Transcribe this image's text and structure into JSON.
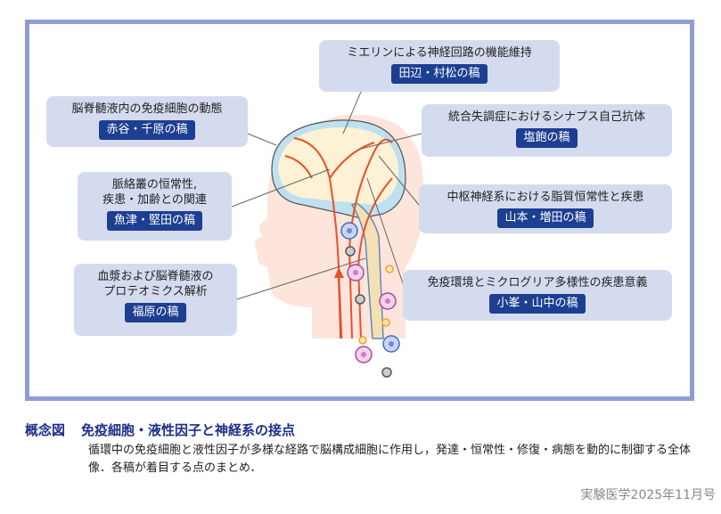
{
  "boxes": [
    {
      "title": "ミエリンによる神経回路の機能維持",
      "author": "田辺・村松の稿"
    },
    {
      "title": "脳脊髄液内の免疫細胞の動態",
      "author": "赤谷・千原の稿"
    },
    {
      "title": "統合失調症におけるシナプス自己抗体",
      "author": "塩飽の稿"
    },
    {
      "title": "脈絡叢の恒常性,",
      "title2": "疾患・加齢との関連",
      "author": "魚津・堅田の稿"
    },
    {
      "title": "中枢神経系における脂質恒常性と疾患",
      "author": "山本・増田の稿"
    },
    {
      "title": "血漿および脳脊髄液の",
      "title2": "プロテオミクス解析",
      "author": "福原の稿"
    },
    {
      "title": "免疫環境とミクログリア多様性の疾患意義",
      "author": "小峯・山中の稿"
    }
  ],
  "caption": {
    "label": "概念図",
    "title": "免疫細胞・液性因子と神経系の接点",
    "body": "循環中の免疫細胞と液性因子が多様な経路で脳構成細胞に作用し，発達・恒常性・修復・病態を動的に制御する全体像．各稿が着目する点のまとめ．"
  },
  "source": "実験医学2025年11月号"
}
